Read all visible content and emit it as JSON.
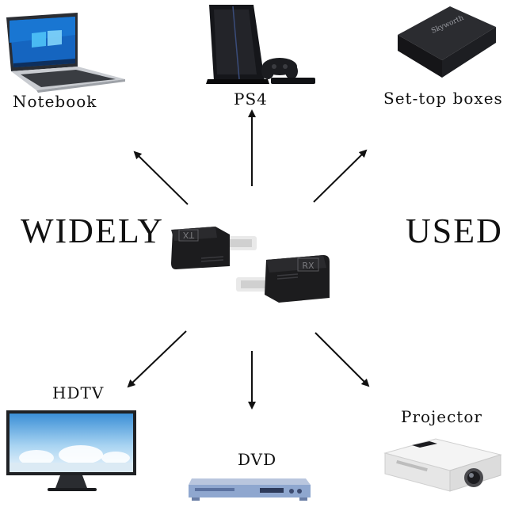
{
  "headline": {
    "left": "WIDELY",
    "right": "USED"
  },
  "devices": {
    "notebook": "Notebook",
    "ps4": "PS4",
    "settop": "Set-top boxes",
    "hdtv": "HDTV",
    "dvd": "DVD",
    "projector": "Projector"
  },
  "adapters": {
    "tx": "TX",
    "rx": "RX"
  },
  "settop_brand": "Skyworth",
  "colors": {
    "text": "#111111",
    "arrow": "#111111",
    "adapter": "#1c1c1e",
    "plug": "#f2f2f2"
  }
}
